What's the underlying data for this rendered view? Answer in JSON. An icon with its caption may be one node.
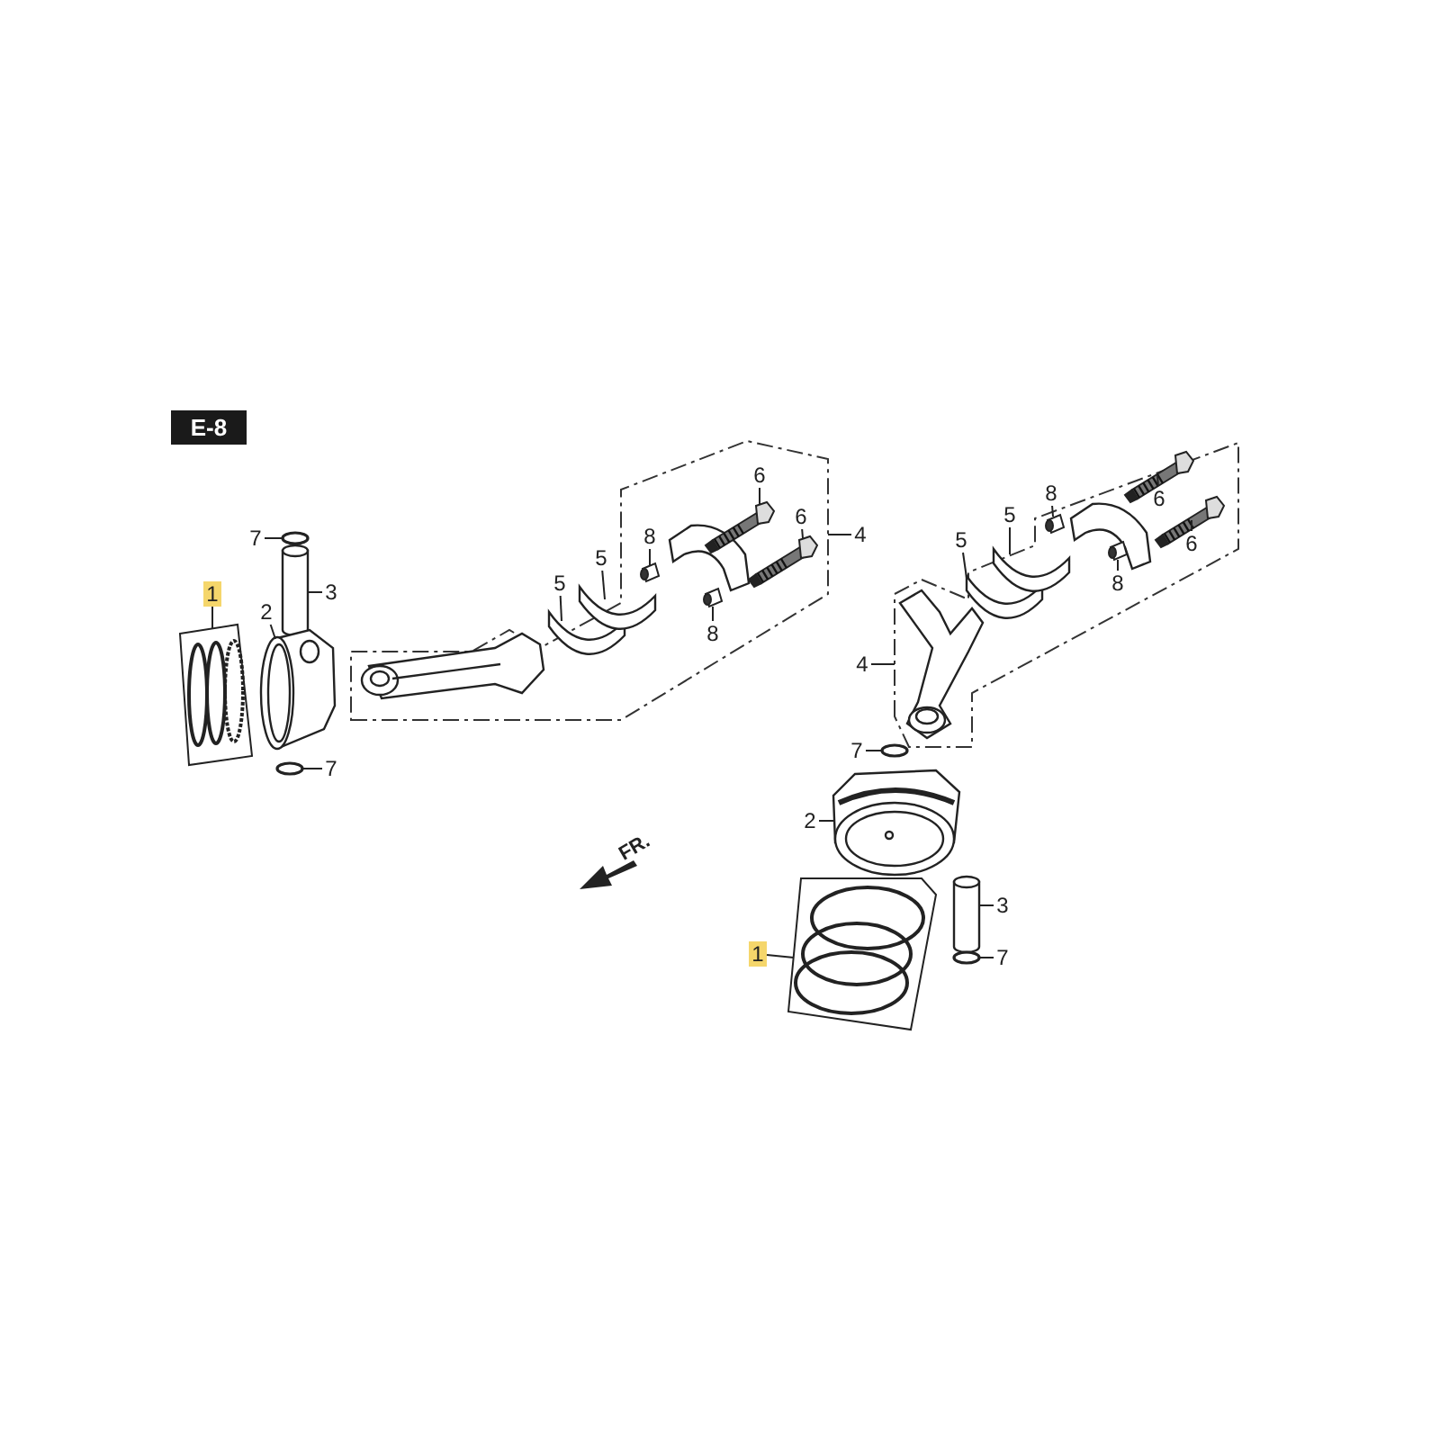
{
  "diagram": {
    "nodes": [
      {
        "text": [
          "1"
        ]
      },
      {
        "text": [
          "7"
        ]
      },
      {
        "text": [
          "3"
        ]
      },
      {
        "text": [
          "2"
        ]
      },
      {
        "text": [
          "7"
        ]
      },
      {
        "text": [
          "5"
        ]
      },
      {
        "text": [
          "5"
        ]
      },
      {
        "text": [
          "8"
        ],
        "in": 29
      },
      {
        "text": [
          "6"
        ],
        "in": 29
      },
      {
        "text": [
          "6"
        ],
        "in": 29
      },
      {
        "text": [
          "8"
        ],
        "in": 29
      },
      {
        "text": [
          "4"
        ]
      },
      {
        "text": [
          "5"
        ]
      },
      {
        "text": [
          "5"
        ]
      },
      {
        "text": [
          "8"
        ]
      },
      {
        "text": [
          "6"
        ],
        "in": 36
      },
      {
        "text": [
          "6"
        ],
        "in": 36
      },
      {
        "text": [
          "8"
        ],
        "in": 36
      },
      {
        "text": [
          "4"
        ]
      },
      {
        "text": [
          "7"
        ]
      },
      {
        "text": [
          "2"
        ]
      },
      {
        "text": [
          "3"
        ]
      },
      {
        "text": [
          "7"
        ]
      },
      {
        "text": [
          "1"
        ]
      },
      {
        "text": [],
        "shape": "picture"
      },
      {
        "text": [],
        "shape": "circle"
      },
      {
        "text": [],
        "shape": "picture"
      },
      {
        "text": [],
        "shape": "picture"
      },
      {
        "text": [],
        "shape": "circle"
      },
      {
        "text": [],
        "shape": "box"
      },
      {
        "text": [],
        "shape": "picture",
        "in": 29
      },
      {
        "text": [],
        "shape": "picture",
        "in": 29
      },
      {
        "text": [],
        "shape": "picture",
        "in": 29
      },
      {
        "text": [],
        "shape": "picture",
        "in": 29
      },
      {
        "text": [],
        "shape": "picture",
        "in": 29
      },
      {
        "text": [],
        "shape": "picture",
        "in": 29
      },
      {
        "text": [],
        "shape": "box"
      },
      {
        "text": [],
        "shape": "picture",
        "in": 36
      },
      {
        "text": [],
        "shape": "picture",
        "in": 36
      },
      {
        "text": [],
        "shape": "picture",
        "in": 36
      },
      {
        "text": [],
        "shape": "picture",
        "in": 36
      },
      {
        "text": [],
        "shape": "picture",
        "in": 36
      },
      {
        "text": [],
        "shape": "picture",
        "in": 36
      },
      {
        "text": [],
        "shape": "circle"
      },
      {
        "text": [],
        "shape": "picture"
      },
      {
        "text": [],
        "shape": "picture"
      },
      {
        "text": [],
        "shape": "circle"
      },
      {
        "text": [],
        "shape": "picture"
      }
    ],
    "edges": [
      {
        "from": 0,
        "to": 24,
        "arrow": "none"
      },
      {
        "from": 1,
        "to": 25,
        "arrow": "none"
      },
      {
        "from": 2,
        "to": 26,
        "arrow": "none"
      },
      {
        "from": 3,
        "to": 27,
        "arrow": "none"
      },
      {
        "from": 4,
        "to": 28,
        "arrow": "none"
      },
      {
        "from": 5,
        "to": 30,
        "arrow": "none"
      },
      {
        "from": 6,
        "to": 31,
        "arrow": "none"
      },
      {
        "from": 7,
        "to": 32,
        "arrow": "none"
      },
      {
        "from": 8,
        "to": 33,
        "arrow": "none"
      },
      {
        "from": 9,
        "to": 34,
        "arrow": "none"
      },
      {
        "from": 10,
        "to": 35,
        "arrow": "none"
      },
      {
        "from": 11,
        "to": 29,
        "arrow": "none"
      },
      {
        "from": 12,
        "to": 37,
        "arrow": "none"
      },
      {
        "from": 13,
        "to": 38,
        "arrow": "none"
      },
      {
        "from": 14,
        "to": 39,
        "arrow": "none"
      },
      {
        "from": 15,
        "to": 40,
        "arrow": "none"
      },
      {
        "from": 16,
        "to": 41,
        "arrow": "none"
      },
      {
        "from": 17,
        "to": 42,
        "arrow": "none"
      },
      {
        "from": 18,
        "to": 36,
        "arrow": "none"
      },
      {
        "from": 19,
        "to": 43,
        "arrow": "none"
      },
      {
        "from": 20,
        "to": 44,
        "arrow": "none"
      },
      {
        "from": 21,
        "to": 45,
        "arrow": "none"
      },
      {
        "from": 22,
        "to": 46,
        "arrow": "none"
      },
      {
        "from": 23,
        "to": 47,
        "arrow": "none"
      }
    ],
    "labels": [
      "E-8",
      "FR."
    ]
  }
}
